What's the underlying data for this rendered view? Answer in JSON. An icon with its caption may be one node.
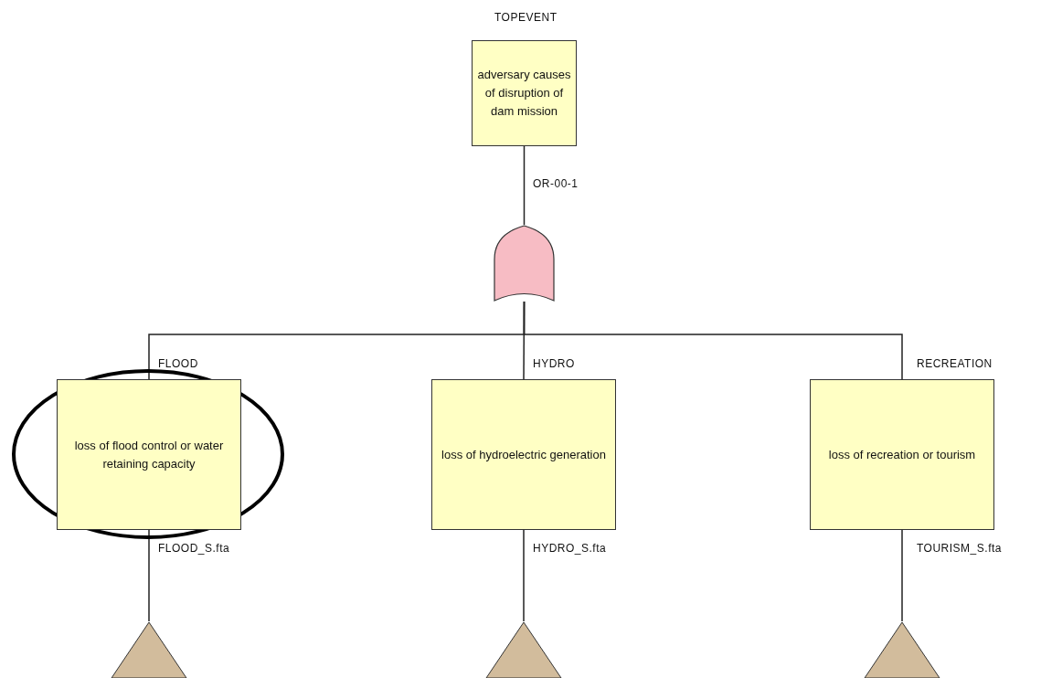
{
  "diagram": {
    "nodes": [
      {
        "text": [
          "adversary causes of disruption of dam mission"
        ],
        "beside": [
          "TOPEVENT"
        ]
      },
      {
        "text": [],
        "shape": "gate",
        "beside": [
          "OR-00-1"
        ]
      },
      {
        "text": [
          "loss of flood control or water retaining capacity"
        ],
        "beside": [
          "FLOOD",
          "FLOOD_S.fta"
        ]
      },
      {
        "text": [
          "loss of hydroelectric generation"
        ],
        "beside": [
          "HYDRO",
          "HYDRO_S.fta"
        ]
      },
      {
        "text": [
          "loss of recreation or tourism"
        ],
        "beside": [
          "RECREATION",
          "TOURISM_S.fta"
        ]
      },
      {
        "text": [],
        "shape": "triangle"
      },
      {
        "text": [],
        "shape": "triangle"
      },
      {
        "text": [],
        "shape": "triangle"
      }
    ],
    "edges": [
      {
        "from": 0,
        "to": 1,
        "arrow": "none"
      },
      {
        "from": 1,
        "to": 2,
        "arrow": "none"
      },
      {
        "from": 1,
        "to": 3,
        "arrow": "none"
      },
      {
        "from": 1,
        "to": 4,
        "arrow": "none"
      },
      {
        "from": 2,
        "to": 5,
        "arrow": "none"
      },
      {
        "from": 3,
        "to": 6,
        "arrow": "none"
      },
      {
        "from": 4,
        "to": 7,
        "arrow": "none"
      }
    ]
  }
}
